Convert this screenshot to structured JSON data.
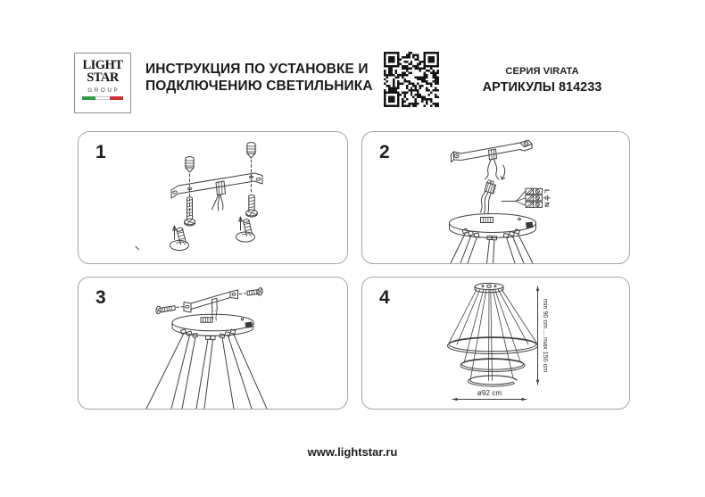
{
  "header": {
    "logo": {
      "word1": "LIGHT",
      "word2": "STAR",
      "word3": "GROUP",
      "flag_colors": [
        "#2f9a47",
        "#ffffff",
        "#cd3038"
      ]
    },
    "title_line1": "ИНСТРУКЦИЯ ПО УСТАНОВКЕ И",
    "title_line2": "ПОДКЛЮЧЕНИЮ СВЕТИЛЬНИКА",
    "series_label": "СЕРИЯ VIRATA",
    "articles_label": "АРТИКУЛЫ 814233"
  },
  "steps": [
    {
      "number": "1"
    },
    {
      "number": "2"
    },
    {
      "number": "3"
    },
    {
      "number": "4"
    }
  ],
  "wiring": {
    "live": "L",
    "neutral": "N"
  },
  "icons": {
    "earth_ground": "⏚",
    "qr_code": "qr-pattern"
  },
  "dimensions": {
    "height_range": "min 90 cm ... max 150 cm",
    "diameter": "ø92 cm"
  },
  "footer": {
    "url": "www.lightstar.ru"
  },
  "colors": {
    "diagram_stroke": "#404040",
    "panel_border": "#a5a5a5",
    "text": "#1c1c1c"
  }
}
